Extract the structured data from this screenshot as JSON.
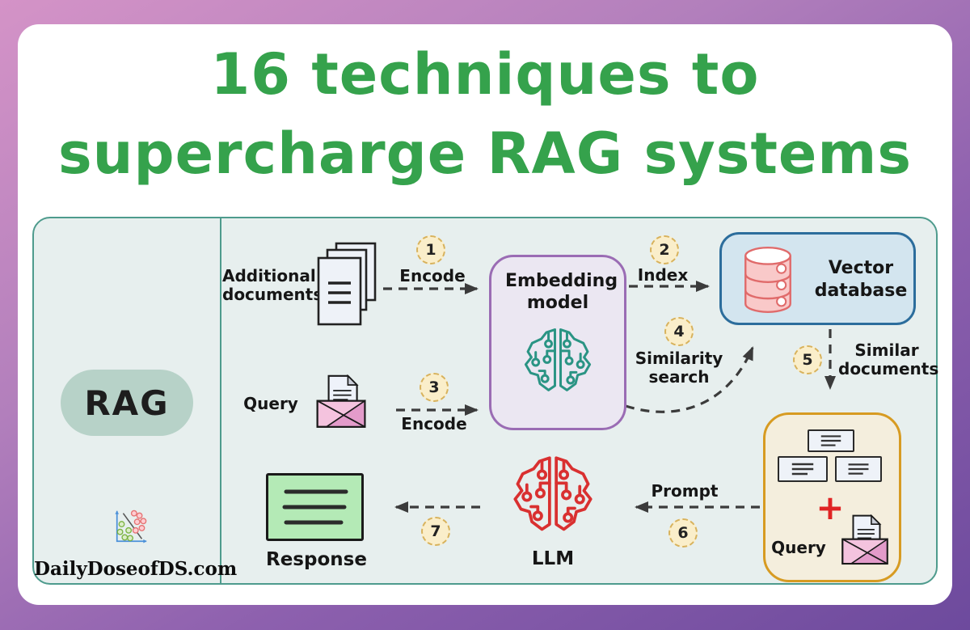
{
  "title": {
    "line1": "16 techniques to",
    "line2": "supercharge RAG systems",
    "color": "#35a24c"
  },
  "sidebar": {
    "rag_label": "RAG",
    "brand": "DailyDoseofDS.com"
  },
  "diagram": {
    "labels": {
      "additional_documents": "Additional documents",
      "query_top": "Query",
      "embedding_model": "Embedding model",
      "vector_database": "Vector database",
      "llm": "LLM",
      "response": "Response",
      "query_context": "Query",
      "plus": "+"
    },
    "steps": [
      {
        "num": "1",
        "label": "Encode"
      },
      {
        "num": "2",
        "label": "Index"
      },
      {
        "num": "3",
        "label": "Encode"
      },
      {
        "num": "4",
        "label": "Similarity search"
      },
      {
        "num": "5",
        "label": "Similar documents"
      },
      {
        "num": "6",
        "label": "Prompt"
      },
      {
        "num": "7",
        "label": ""
      }
    ],
    "colors": {
      "panel_bg": "#e7efee",
      "panel_border": "#4e9b8d",
      "embedding_border": "#9a6cb4",
      "vectordb_border": "#2c6d9c",
      "context_border": "#d79b22",
      "badge_bg": "#faeeca",
      "badge_border": "#d8b25c",
      "arrow": "#3b3b3b",
      "brain_teal": "#2a9484",
      "brain_red": "#d93030",
      "database_pink": "#f9c9c9",
      "response_green": "#b4eab6",
      "rag_pill": "#b7d2c8",
      "title_green": "#35a24c"
    },
    "icons": {
      "documents": "stacked-documents",
      "envelope": "open-envelope-with-letter",
      "database": "pink-database-cylinder",
      "embedding_brain": "teal-circuit-brain",
      "llm_brain": "red-circuit-brain",
      "scatter_logo": "scatter-plot-classifier",
      "plus": "red-plus-sign"
    }
  }
}
